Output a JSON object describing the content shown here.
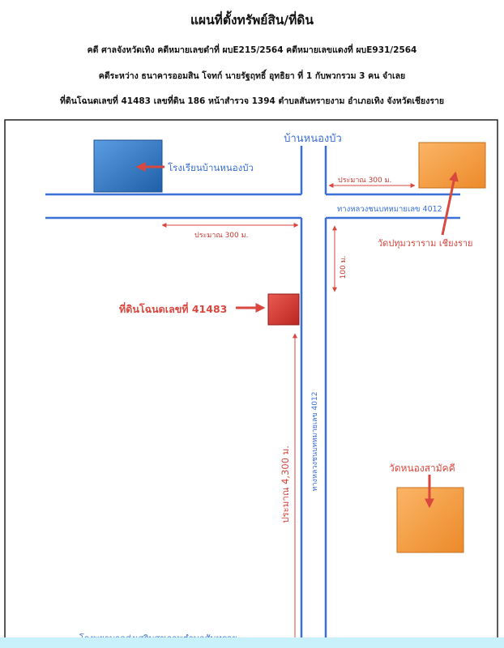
{
  "header": {
    "title": "แผนที่ตั้งทรัพย์สิน/ที่ดิน",
    "case_line": "คดี ศาลจังหวัดเทิง คดีหมายเลขดำที่ ผบE215/2564 คดีหมายเลขแดงที่ ผบE931/2564",
    "parties_line": "คดีระหว่าง ธนาคารออมสิน โจทก์ นายรัฐฤทธิ์ อุทธิยา ที่ 1 กับพวกรวม 3 คน จำเลย",
    "land_line": "ที่ดินโฉนดเลขที่ 41483 เลขที่ดิน 186 หน้าสำรวจ 1394 ตำบลสันทรายงาม อำเภอเทิง จังหวัดเชียงราย"
  },
  "map": {
    "village_label": "บ้านหนองบัว",
    "school_label": "โรงเรียนบ้านหนองบัว",
    "temple1_label": "วัดปทุมวราราม เชียงราย",
    "temple2_label": "วัดหนองสามัคคี",
    "road_label_h": "ทางหลวงชนบทหมายเลข 4012",
    "road_label_v": "ทางหลวงชนบทหมายเลข 4012",
    "dist_top_right": "ประมาณ 300 ม.",
    "dist_left": "ประมาณ 300 ม.",
    "dist_100": "100 ม.",
    "dist_4300": "ประมาณ 4,300 ม.",
    "land_label": "ที่ดินโฉนดเลขที่ 41483",
    "hospital_label": "โรงพยาบาลส่งเสริมสุขภาพตำบลสันทราย"
  },
  "colors": {
    "road": "#3a6fd6",
    "label_blue": "#3a6fd6",
    "measure_red": "#d9473f",
    "school_box": "#2f78c8",
    "temple_box": "#f59a3c",
    "land_box": "#d8372f"
  }
}
